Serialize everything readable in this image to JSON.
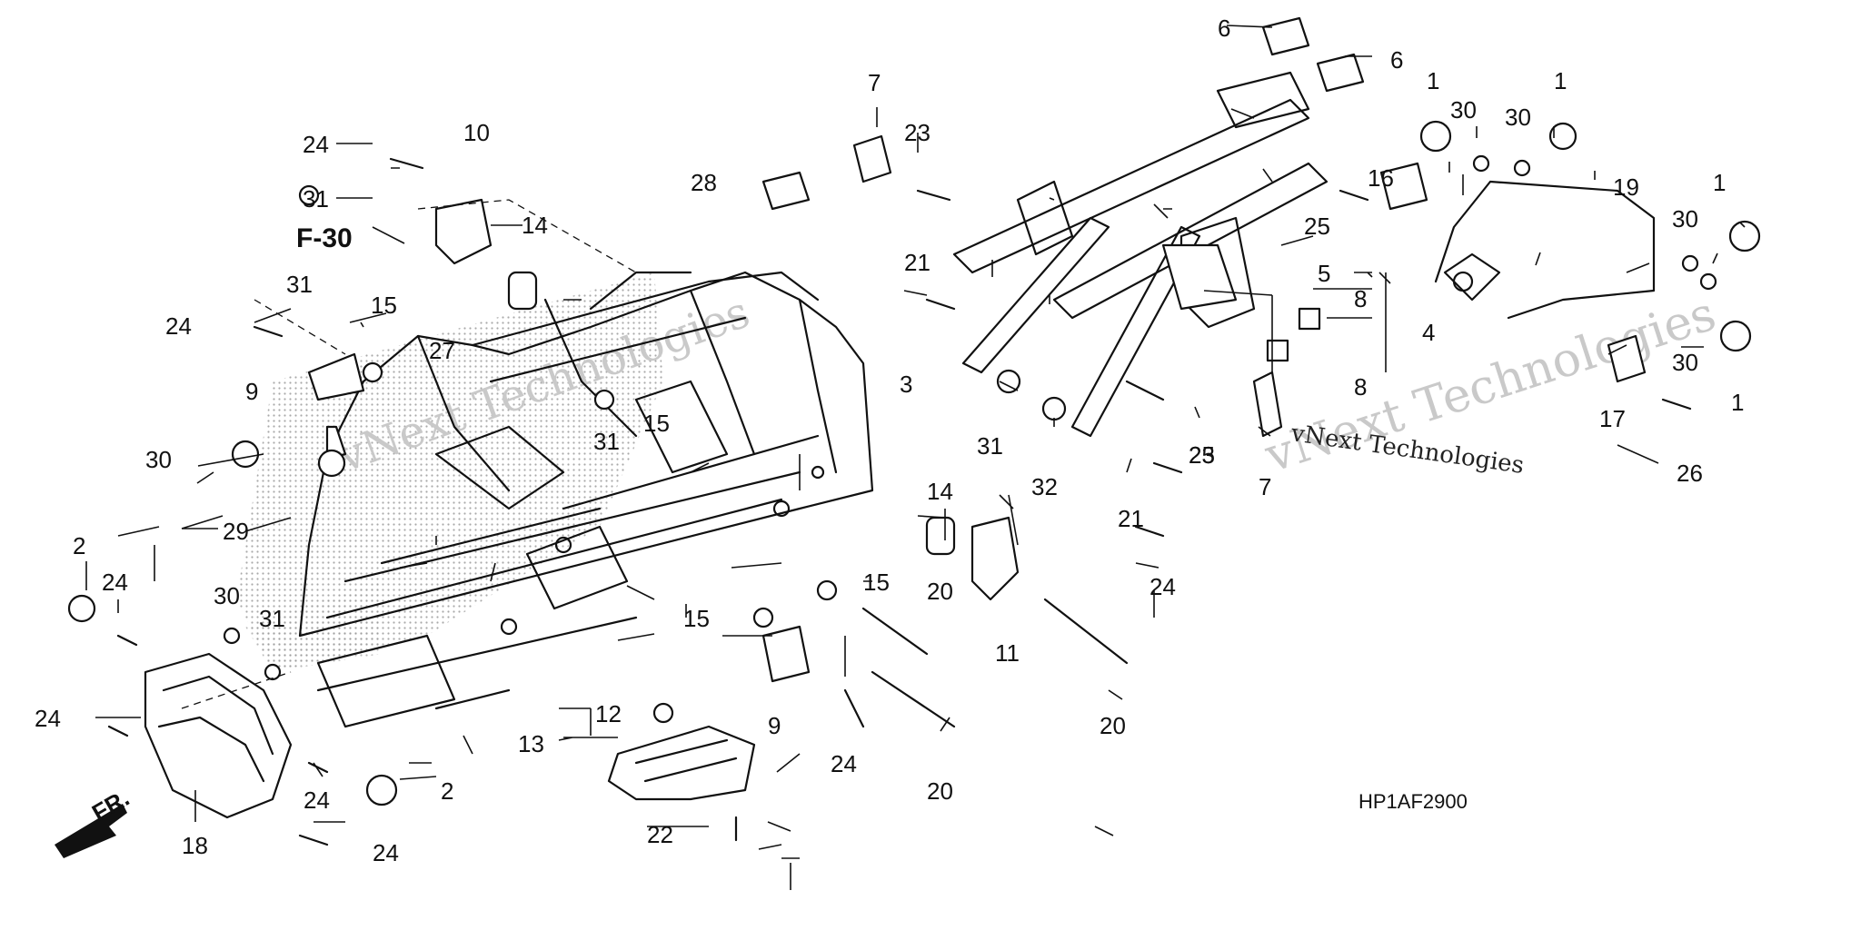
{
  "diagram": {
    "ref_code": "HP1AF2900",
    "section_ref": "F-30",
    "front_marker": "FR.",
    "watermarks": [
      "vNext Technologies",
      "vNext Technologies",
      "vNext Technologies"
    ],
    "callouts": [
      "1",
      "1",
      "1",
      "1",
      "2",
      "2",
      "3",
      "4",
      "5",
      "6",
      "6",
      "7",
      "7",
      "8",
      "8",
      "9",
      "9",
      "10",
      "11",
      "12",
      "13",
      "14",
      "14",
      "15",
      "15",
      "15",
      "15",
      "16",
      "17",
      "18",
      "19",
      "20",
      "20",
      "20",
      "21",
      "21",
      "22",
      "23",
      "23",
      "24",
      "24",
      "24",
      "24",
      "24",
      "24",
      "24",
      "24",
      "25",
      "25",
      "26",
      "27",
      "28",
      "29",
      "30",
      "30",
      "30",
      "30",
      "30",
      "30",
      "31",
      "31",
      "31",
      "31",
      "31",
      "32"
    ]
  }
}
